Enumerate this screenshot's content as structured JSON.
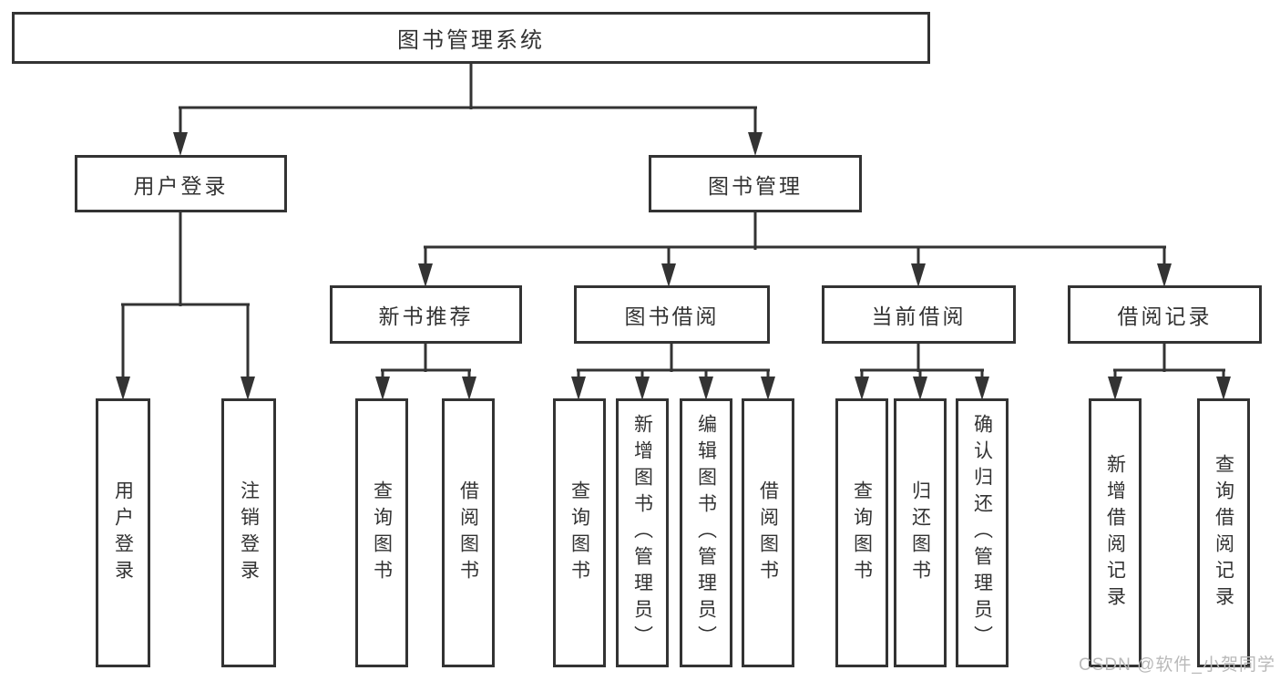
{
  "nodes": {
    "root": {
      "label": "图书管理系统"
    },
    "level2": [
      {
        "label": "用户登录"
      },
      {
        "label": "图书管理"
      }
    ],
    "level3": [
      {
        "label": "新书推荐"
      },
      {
        "label": "图书借阅"
      },
      {
        "label": "当前借阅"
      },
      {
        "label": "借阅记录"
      }
    ],
    "leaves": [
      {
        "label": "用户登录"
      },
      {
        "label": "注销登录"
      },
      {
        "label": "查询图书"
      },
      {
        "label": "借阅图书"
      },
      {
        "label": "查询图书"
      },
      {
        "label": "新增图书（管理员）"
      },
      {
        "label": "编辑图书（管理员）"
      },
      {
        "label": "借阅图书"
      },
      {
        "label": "查询图书"
      },
      {
        "label": "归还图书"
      },
      {
        "label": "确认归还（管理员）"
      },
      {
        "label": "新增借阅记录"
      },
      {
        "label": "查询借阅记录"
      }
    ]
  },
  "watermark": "CSDN @软件_小贺同学",
  "colors": {
    "line": "#333333",
    "text": "#333333",
    "watermark": "#b9b9b9",
    "background": "#ffffff"
  }
}
